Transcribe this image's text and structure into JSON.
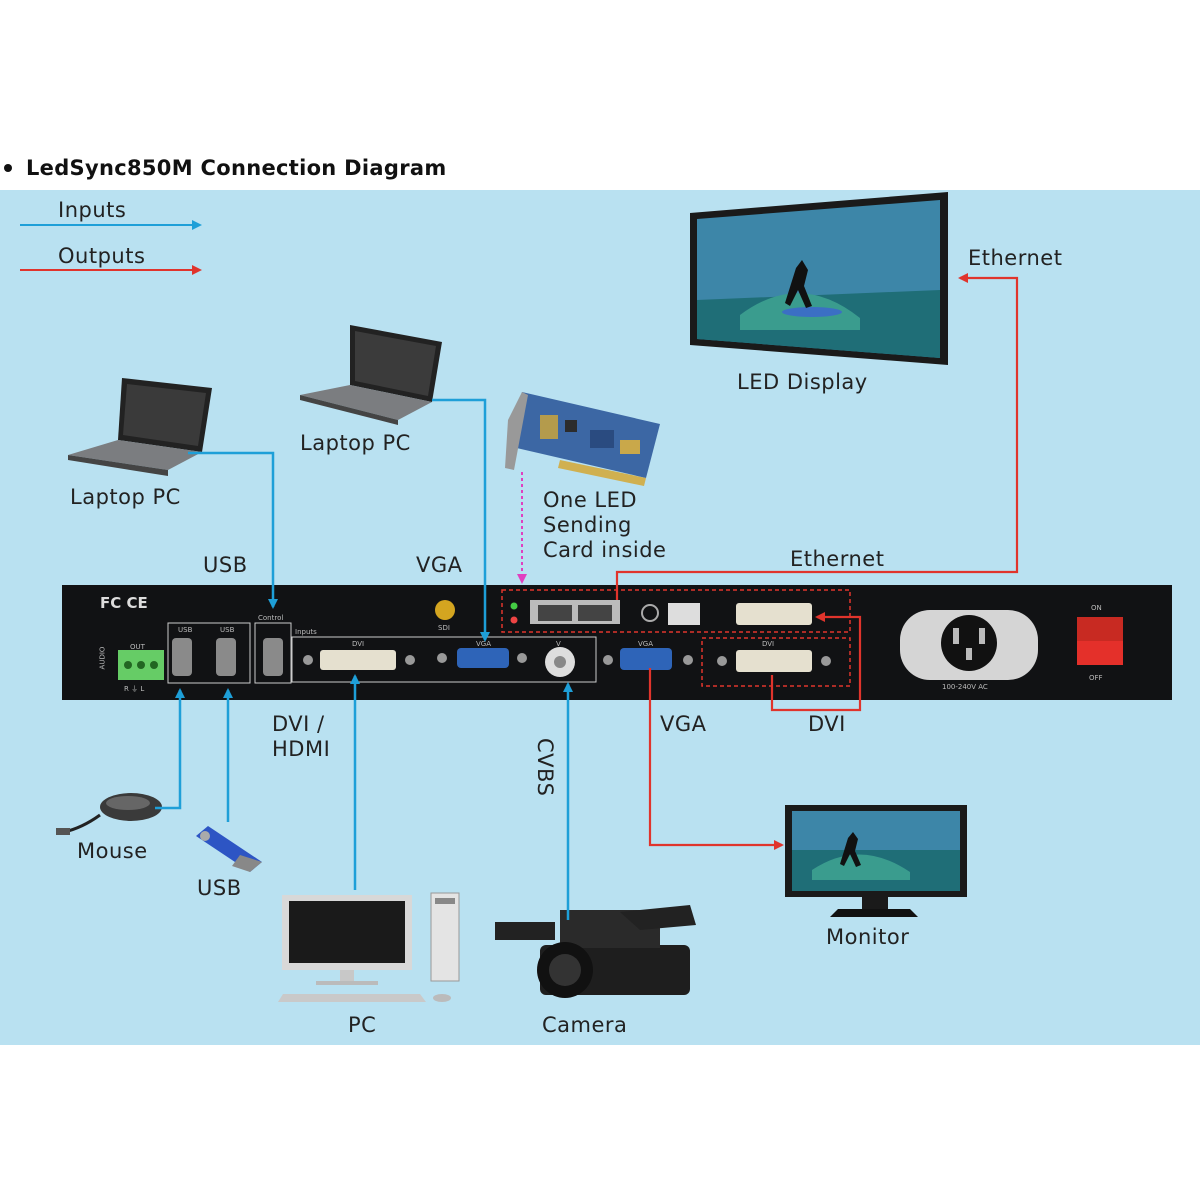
{
  "title": "LedSync850M Connection Diagram",
  "legend": {
    "inputs": "Inputs",
    "outputs": "Outputs"
  },
  "labels": {
    "led_display": "LED Display",
    "ethernet_top": "Ethernet",
    "laptop_left": "Laptop PC",
    "laptop_middle": "Laptop PC",
    "usb_top": "USB",
    "vga_top": "VGA",
    "sending_card": "One LED\nSending\nCard inside",
    "ethernet_mid": "Ethernet",
    "dvi_hdmi": "DVI /\nHDMI",
    "cvbs": "CVBS",
    "vga_out": "VGA",
    "dvi_out": "DVI",
    "mouse": "Mouse",
    "usb_bottom": "USB",
    "pc": "PC",
    "camera": "Camera",
    "monitor": "Monitor"
  },
  "device": {
    "certification": "FC CE",
    "panel_labels": {
      "audio": "AUDIO",
      "out": "OUT",
      "r_l": "R ⏚ L",
      "usb": "USB",
      "control": "Control",
      "inputs": "Inputs",
      "dvi": "DVI",
      "vga": "VGA",
      "v": "V",
      "sdi": "SDI",
      "power": "100-240V AC",
      "on": "ON",
      "off": "OFF"
    }
  },
  "colors": {
    "panel_bg": "#b9e1f1",
    "input_arrow": "#1e9fd8",
    "output_arrow": "#e0342c",
    "card_link": "#e040c0",
    "device_body": "#111214"
  },
  "icons": [
    "laptop-icon",
    "led-display-icon",
    "sending-card-icon",
    "mouse-icon",
    "usb-stick-icon",
    "pc-icon",
    "camera-icon",
    "monitor-icon"
  ]
}
